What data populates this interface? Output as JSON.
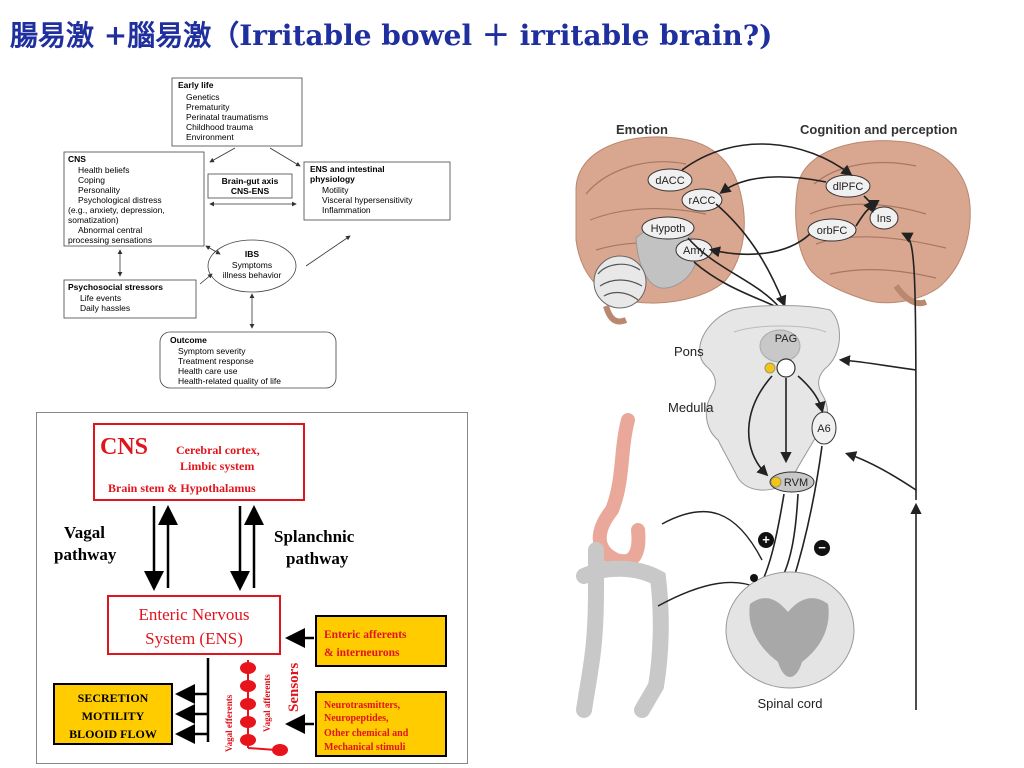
{
  "title": "腸易激 +腦易激（Irritable bowel ＋ irritable brain?)",
  "ibs_model": {
    "early_life": {
      "heading": "Early life",
      "items": [
        "Genetics",
        "Prematurity",
        "Perinatal traumatisms",
        "Childhood trauma",
        "Environment"
      ]
    },
    "cns": {
      "heading": "CNS",
      "items": [
        "Health beliefs",
        "Coping",
        "Personality",
        "Psychological distress",
        "(e.g., anxiety, depression,",
        "somatization)",
        "Abnormal central",
        "processing sensations"
      ]
    },
    "brain_gut_axis": {
      "line1": "Brain-gut axis",
      "line2": "CNS-ENS"
    },
    "ens": {
      "heading1": "ENS and intestinal",
      "heading2": "physiology",
      "items": [
        "Motility",
        "Visceral hypersensitivity",
        "Inflammation"
      ]
    },
    "ibs": {
      "heading": "IBS",
      "line1": "Symptoms",
      "line2": "illness behavior"
    },
    "psychosocial": {
      "heading": "Psychosocial stressors",
      "items": [
        "Life events",
        "Daily hassles"
      ]
    },
    "outcome": {
      "heading": "Outcome",
      "items": [
        "Symptom severity",
        "Treatment response",
        "Health care use",
        "Health-related quality of life"
      ]
    }
  },
  "pathway_diagram": {
    "cns_label": "CNS",
    "cns_sub1": "Cerebral cortex,",
    "cns_sub2": "Limbic system",
    "cns_sub3": "Brain stem & Hypothalamus",
    "vagal_1": "Vagal",
    "vagal_2": "pathway",
    "splanchnic_1": "Splanchnic",
    "splanchnic_2": "pathway",
    "ens_1": "Enteric Nervous",
    "ens_2": "System  (ENS)",
    "enteric_afferents_1": "Enteric afferents",
    "enteric_afferents_2": "& interneurons",
    "secretion": "SECRETION",
    "motility": "MOTILITY",
    "blood_flow": "BLOOID FLOW",
    "vagal_efferents": "Vagal efferents",
    "vagal_afferents": "Vagal afferents",
    "sensors": "Sensors",
    "neuro_1": "Neurotrasmitters,",
    "neuro_2": "Neuropeptides,",
    "neuro_3": "Other chemical and",
    "neuro_4": "Mechanical stimuli"
  },
  "brain_diagram": {
    "emotion": "Emotion",
    "cognition": "Cognition and perception",
    "dacc": "dACC",
    "racc": "rACC",
    "hypoth": "Hypoth",
    "amy": "Amy",
    "dlpfc": "dlPFC",
    "ins": "Ins",
    "orbfc": "orbFC",
    "pons": "Pons",
    "pag": "PAG",
    "medulla": "Medulla",
    "a6": "A6",
    "rvm": "RVM",
    "spinal_cord": "Spinal cord",
    "plus_sign": "+",
    "minus_sign": "−"
  },
  "colors": {
    "title": "#1f2f9e",
    "red": "#e0141c",
    "yellow_box": "#ffcc00",
    "sensor_red": "#e8141c"
  }
}
